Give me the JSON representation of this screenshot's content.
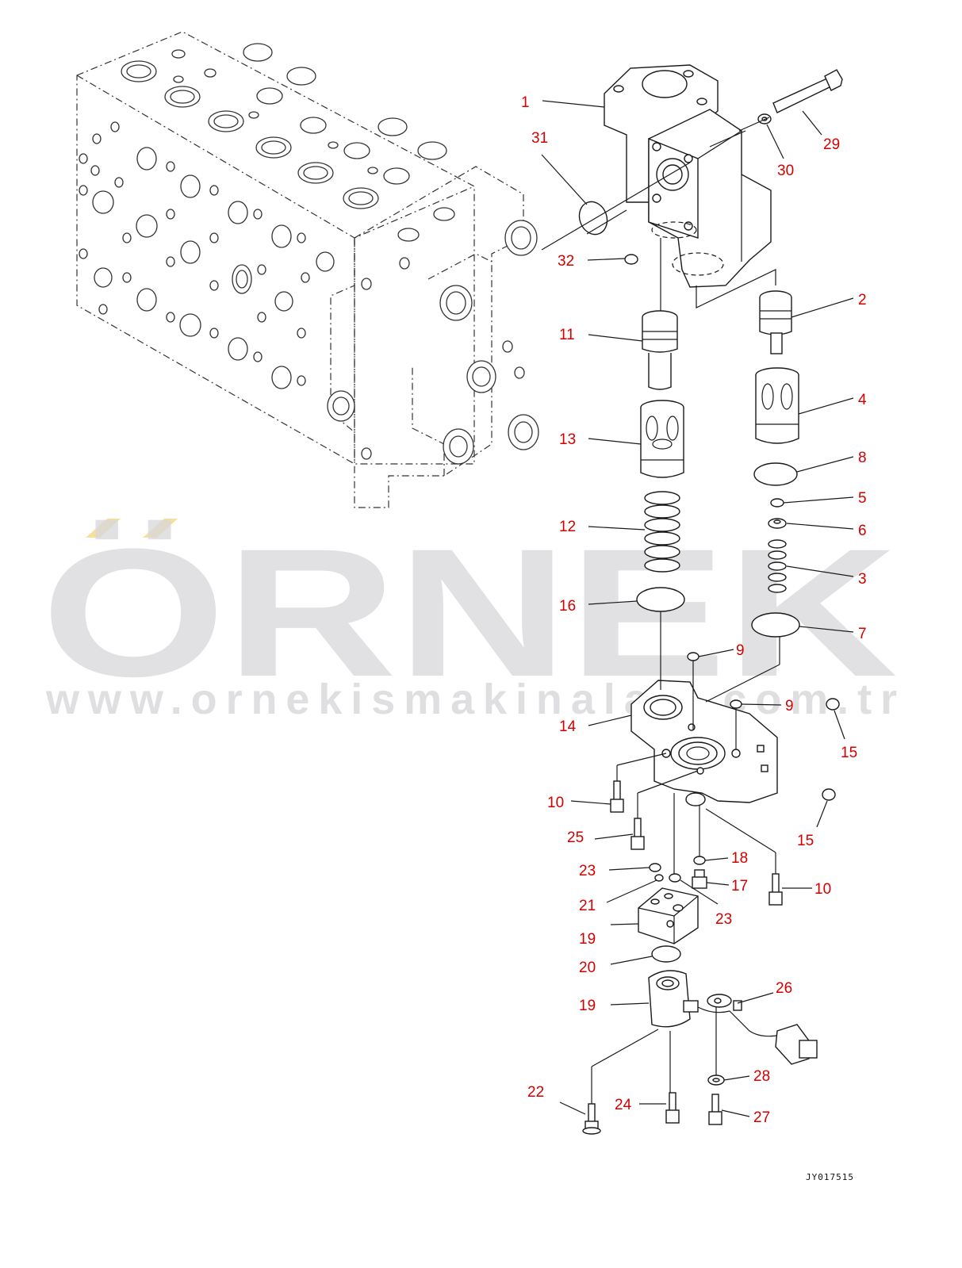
{
  "diagram": {
    "watermark_brand": "ÖRNEK",
    "watermark_url": "www.ornekismakinalari.com.tr",
    "drawing_reference": "JY017515",
    "colors": {
      "callout": "#d40000",
      "line": "#1a1a1a",
      "watermark": "#d9d8dc",
      "watermark_accent": "#f6d98a"
    },
    "callouts": [
      "1",
      "2",
      "3",
      "4",
      "5",
      "6",
      "7",
      "8",
      "9",
      "9",
      "10",
      "10",
      "11",
      "12",
      "13",
      "14",
      "15",
      "15",
      "16",
      "17",
      "18",
      "19",
      "19",
      "20",
      "21",
      "22",
      "23",
      "23",
      "24",
      "25",
      "26",
      "27",
      "28",
      "29",
      "30",
      "31",
      "32"
    ]
  }
}
